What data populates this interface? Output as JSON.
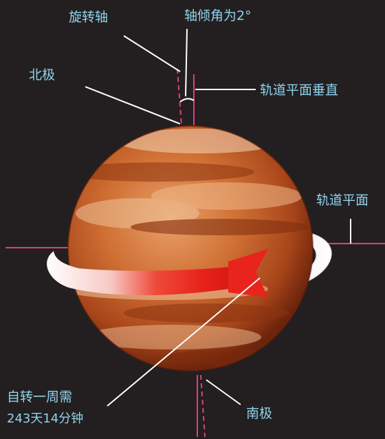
{
  "labels": {
    "rotation_axis": "旋转轴",
    "tilt": "轴倾角为2°",
    "north_pole": "北极",
    "orbit_perpendicular": "轨道平面垂直",
    "orbital_plane": "轨道平面",
    "rotation_period_line1": "自转一周需",
    "rotation_period_line2": "243天14分钟",
    "south_pole": "南极"
  },
  "colors": {
    "background": "#231f20",
    "label_text": "#8fd3ec",
    "axis_line": "#e0407a",
    "arrow_red": "#e8241c",
    "planet_core": "#d9793a",
    "planet_edge": "#7a2a0d"
  }
}
